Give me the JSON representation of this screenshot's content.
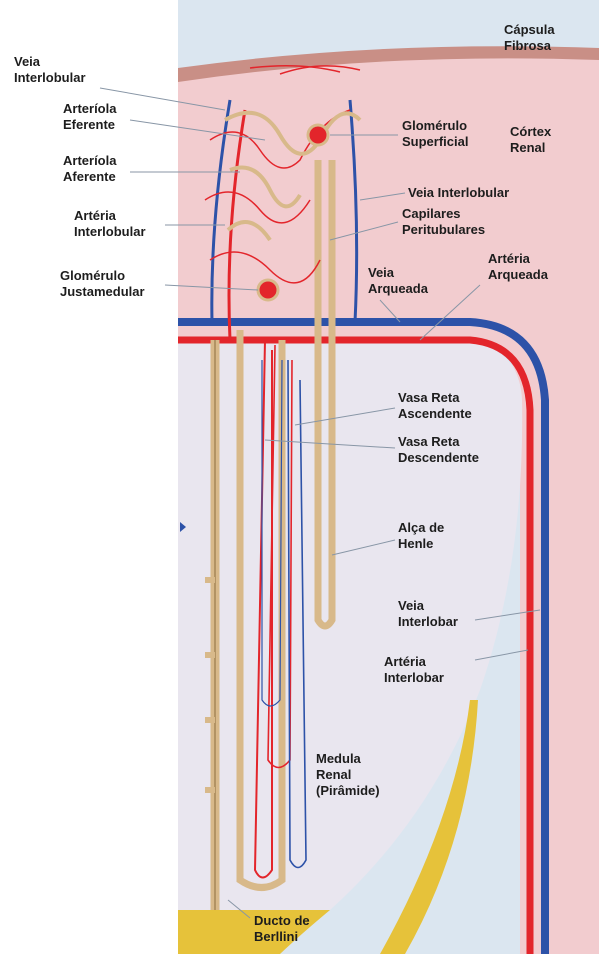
{
  "labels": {
    "capsula_1": "Cápsula",
    "capsula_2": "Fibrosa",
    "veia_interlobular_1": "Veia",
    "veia_interlobular_2": "Interlobular",
    "arteriola_eferente_1": "Arteríola",
    "arteriola_eferente_2": "Eferente",
    "arteriola_aferente_1": "Arteríola",
    "arteriola_aferente_2": "Aferente",
    "arteria_interlobular_1": "Artéria",
    "arteria_interlobular_2": "Interlobular",
    "glomerulo_justamedular_1": "Glomérulo",
    "glomerulo_justamedular_2": "Justamedular",
    "glomerulo_superficial_1": "Glomérulo",
    "glomerulo_superficial_2": "Superficial",
    "cortex_1": "Córtex",
    "cortex_2": "Renal",
    "veia_interlobular_right": "Veia Interlobular",
    "capilares_1": "Capilares",
    "capilares_2": "Peritubulares",
    "veia_arqueada_1": "Veia",
    "veia_arqueada_2": "Arqueada",
    "arteria_arqueada_1": "Artéria",
    "arteria_arqueada_2": "Arqueada",
    "vasa_reta_asc_1": "Vasa Reta",
    "vasa_reta_asc_2": "Ascendente",
    "vasa_reta_desc_1": "Vasa Reta",
    "vasa_reta_desc_2": "Descendente",
    "alca_henle_1": "Alça de",
    "alca_henle_2": "Henle",
    "veia_interlobar_1": "Veia",
    "veia_interlobar_2": "Interlobar",
    "arteria_interlobar_1": "Artéria",
    "arteria_interlobar_2": "Interlobar",
    "medula_1": "Medula",
    "medula_2": "Renal",
    "medula_3": "(Pirâmide)",
    "ducto_1": "Ducto de",
    "ducto_2": "Berllini"
  },
  "colors": {
    "cortex": "#f2cccf",
    "medulla": "#e9e6ef",
    "capsule": "#c98f86",
    "artery": "#e3252b",
    "vein": "#2d52a8",
    "tubule": "#d8b98a",
    "duct": "#e6c23a",
    "background_blue": "#dbe6f0"
  }
}
